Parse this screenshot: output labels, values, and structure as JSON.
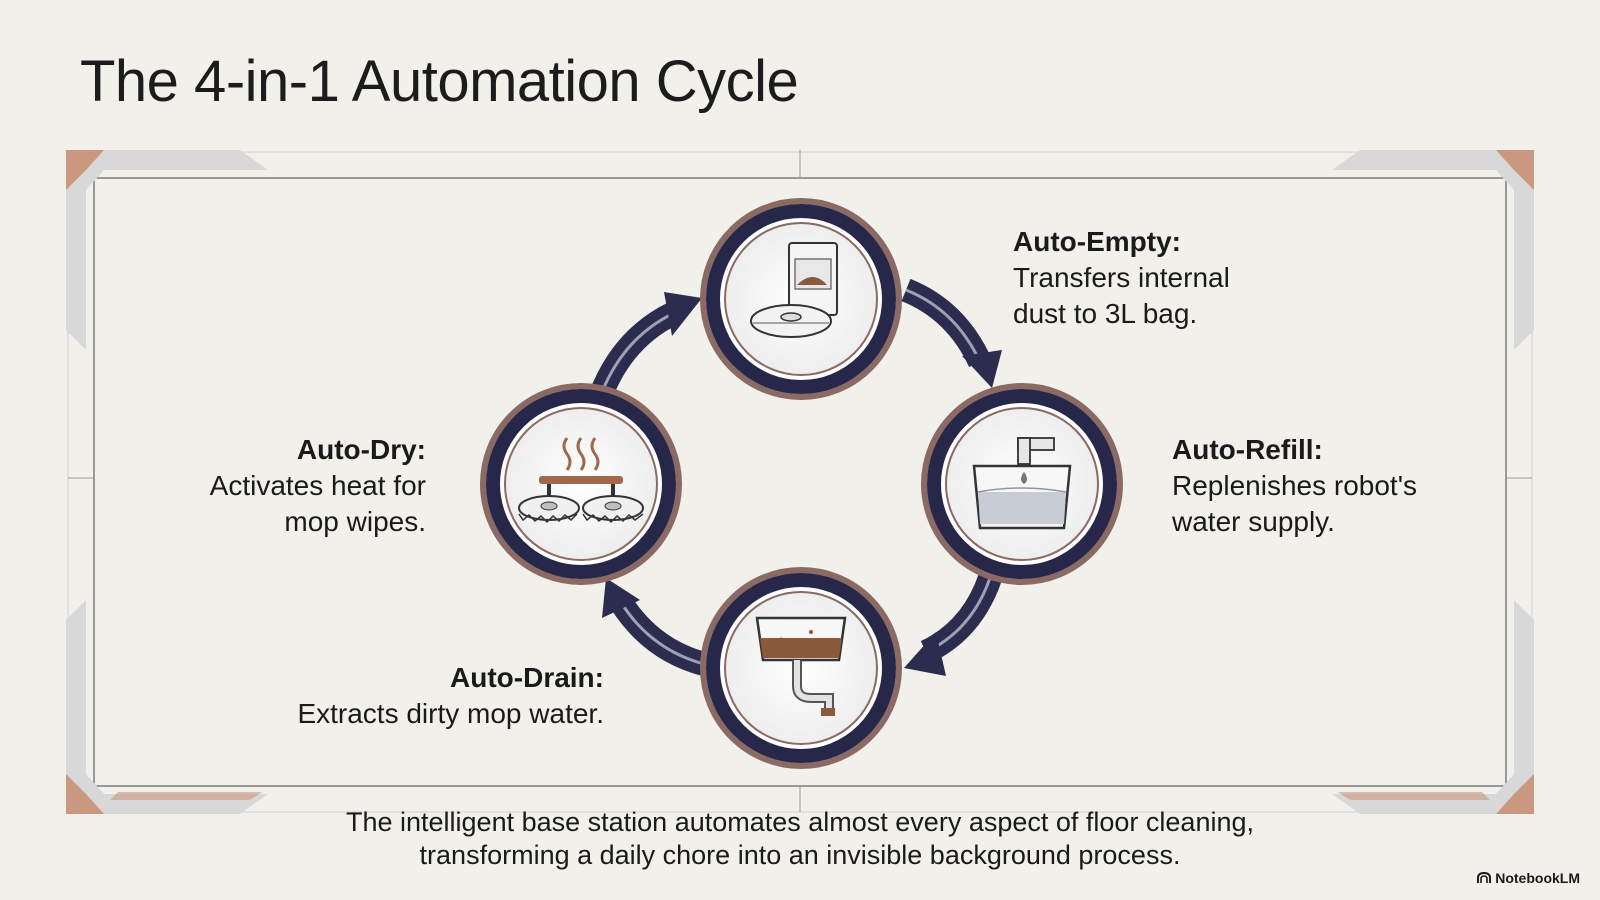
{
  "title": "The 4-in-1 Automation Cycle",
  "colors": {
    "background": "#f1f0eb",
    "ring_outer": "#8a6a62",
    "ring_inner": "#272849",
    "arrow": "#2c2d4e",
    "accent_copper": "#c9987e"
  },
  "stages": {
    "empty": {
      "head": "Auto-Empty:",
      "desc_line1": "Transfers internal",
      "desc_line2": "dust to 3L bag.",
      "icon": "robot-dock-icon"
    },
    "refill": {
      "head": "Auto-Refill:",
      "desc_line1": "Replenishes robot's",
      "desc_line2": "water supply.",
      "icon": "water-tank-icon"
    },
    "drain": {
      "head": "Auto-Drain:",
      "desc_line1": "Extracts dirty mop water.",
      "icon": "drain-basin-icon"
    },
    "dry": {
      "head": "Auto-Dry:",
      "desc_line1": "Activates heat for",
      "desc_line2": "mop wipes.",
      "icon": "heated-mops-icon"
    }
  },
  "footer": {
    "line1": "The intelligent base station automates almost every aspect of floor cleaning,",
    "line2": "transforming a daily chore into an invisible background process."
  },
  "brand": "NotebookLM"
}
